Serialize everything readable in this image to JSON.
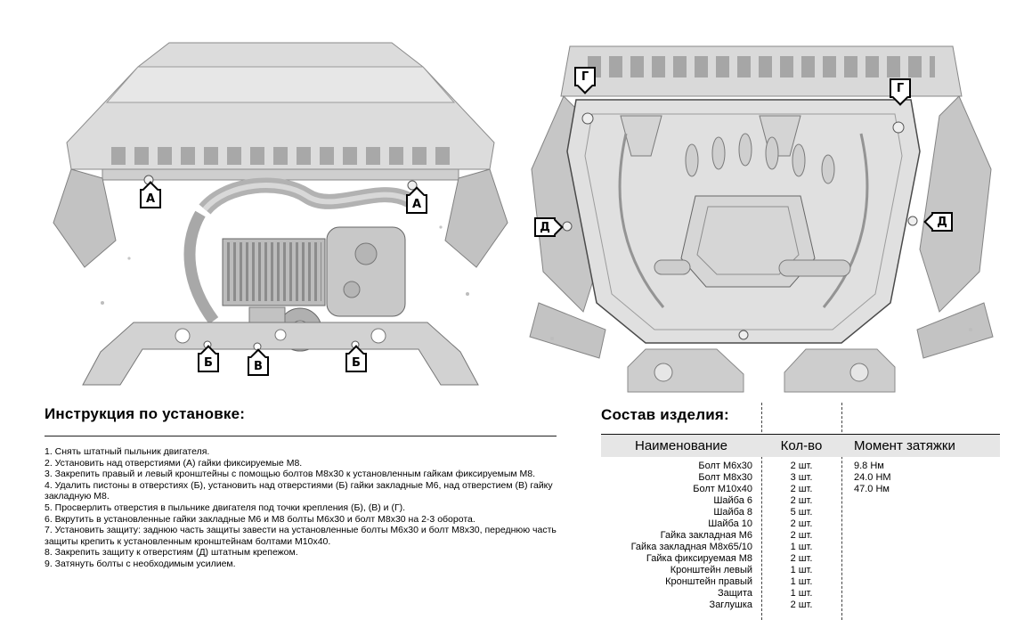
{
  "instructions": {
    "title": "Инструкция по установке:",
    "items": [
      "1. Снять штатный пыльник двигателя.",
      "2. Установить над отверстиями (А) гайки фиксируемые М8.",
      "3. Закрепить правый и левый кронштейны с помощью болтов М8х30 к установленным гайкам фиксируемым М8.",
      "4. Удалить пистоны в отверстиях (Б), установить над отверстиями (Б) гайки закладные М6, над отверстием (В) гайку закладную М8.",
      "5. Просверлить отверстия в пыльнике двигателя под точки крепления (Б), (В) и (Г).",
      "6. Вкрутить в установленные гайки закладные М6 и М8 болты М6х30 и болт М8х30 на 2-3 оборота.",
      "7. Установить защиту: заднюю часть защиты завести на установленные болты М6х30 и болт М8х30, переднюю часть защиты крепить к установленным кронштейнам болтами М10х40.",
      "8. Закрепить защиту к отверстиям (Д) штатным крепежом.",
      "9. Затянуть болты с необходимым усилием."
    ]
  },
  "parts": {
    "title": "Состав изделия:",
    "columns": [
      "Наименование",
      "Кол-во",
      "Момент затяжки"
    ],
    "rows": [
      {
        "name": "Болт М6х30",
        "qty": "2 шт.",
        "torque": "9.8 Нм"
      },
      {
        "name": "Болт М8х30",
        "qty": "3 шт.",
        "torque": "24.0 НМ"
      },
      {
        "name": "Болт М10х40",
        "qty": "2 шт.",
        "torque": "47.0 Нм"
      },
      {
        "name": "Шайба 6",
        "qty": "2 шт."
      },
      {
        "name": "Шайба 8",
        "qty": "5 шт."
      },
      {
        "name": "Шайба 10",
        "qty": "2 шт."
      },
      {
        "name": "Гайка закладная М6",
        "qty": "2 шт."
      },
      {
        "name": "Гайка закладная М8х65/10",
        "qty": "1 шт."
      },
      {
        "name": "Гайка фиксируемая М8",
        "qty": "2 шт."
      },
      {
        "name": "Кронштейн левый",
        "qty": "1 шт."
      },
      {
        "name": "Кронштейн правый",
        "qty": "1 шт."
      },
      {
        "name": "Защита",
        "qty": "1 шт."
      },
      {
        "name": "Заглушка",
        "qty": "2 шт."
      }
    ]
  },
  "figures": {
    "left": {
      "callouts": [
        {
          "letter": "А"
        },
        {
          "letter": "А"
        },
        {
          "letter": "Б"
        },
        {
          "letter": "В"
        },
        {
          "letter": "Б"
        }
      ]
    },
    "right": {
      "callouts": [
        {
          "letter": "Г"
        },
        {
          "letter": "Г"
        },
        {
          "letter": "Д"
        },
        {
          "letter": "Д"
        }
      ]
    }
  },
  "colors": {
    "line": "#222222",
    "header_band": "#e6e6e6"
  }
}
